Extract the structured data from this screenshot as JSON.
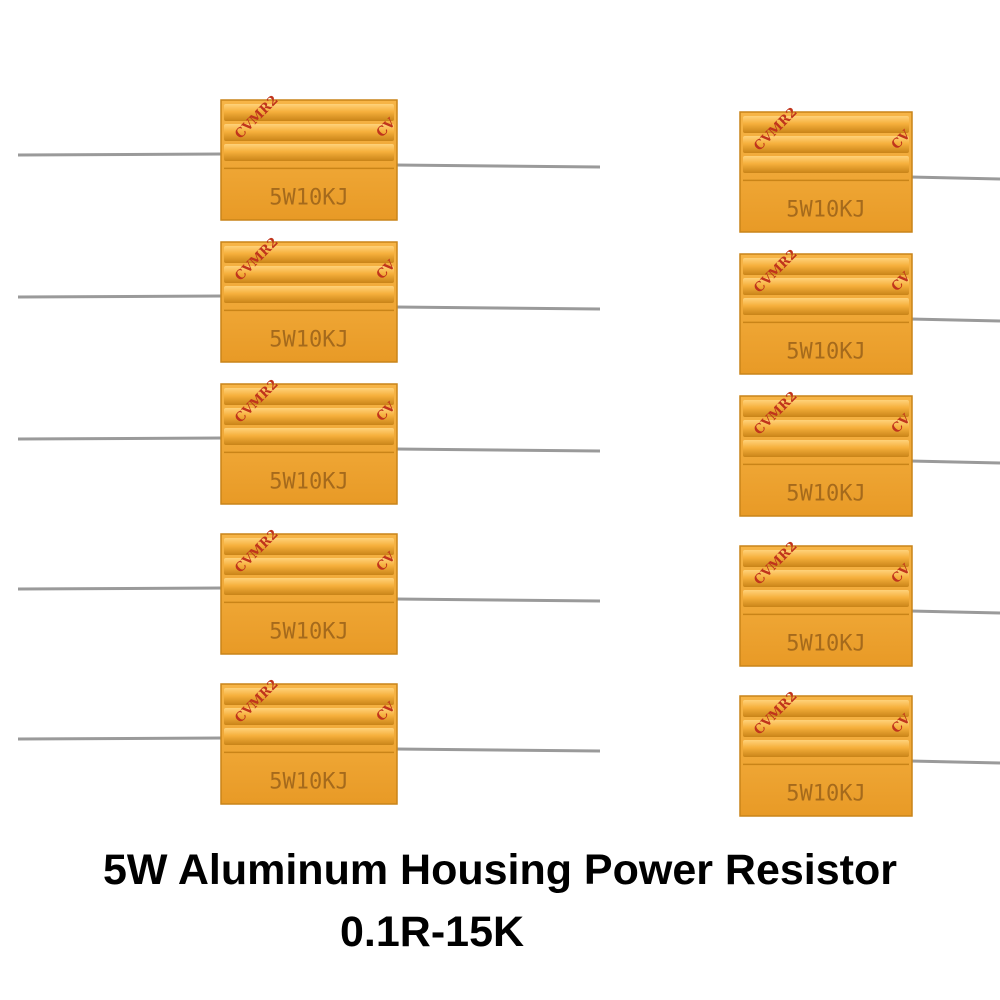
{
  "product": {
    "title": "5W Aluminum Housing Power Resistor",
    "range": "0.1R-15K",
    "marking": "5W10KJ",
    "brand": "CVMR2"
  },
  "colors": {
    "body": "#f2a830",
    "body_dark": "#c98418",
    "fin_highlight": "#ffd27a",
    "marking": "#a56a1c",
    "brand": "#c0341c",
    "lead": "#9a9a9a",
    "background": "#ffffff"
  },
  "resistors": {
    "left_column_count": 5,
    "right_column_count": 5
  }
}
